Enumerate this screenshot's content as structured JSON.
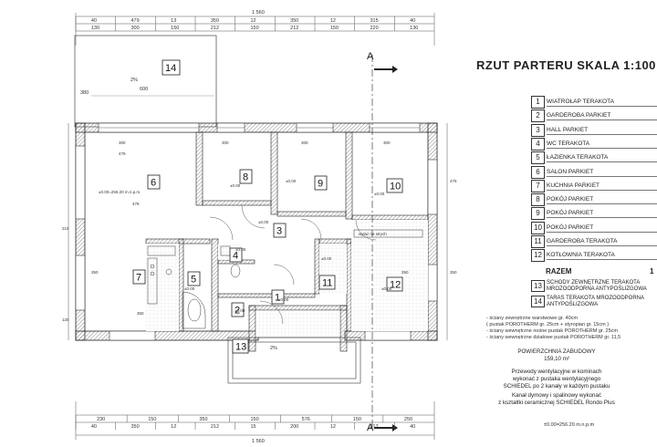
{
  "title": "RZUT PARTERU SKALA 1:100",
  "rooms": [
    {
      "num": "1",
      "name": "WIATROŁAP TERAKOTA"
    },
    {
      "num": "2",
      "name": "GARDEROBA PARKIET"
    },
    {
      "num": "3",
      "name": "HALL PARKIET"
    },
    {
      "num": "4",
      "name": "WC TERAKOTA"
    },
    {
      "num": "5",
      "name": "ŁAZIENKA TERAKOTA"
    },
    {
      "num": "6",
      "name": "SALON PARKIET"
    },
    {
      "num": "7",
      "name": "KUCHNIA PARKIET"
    },
    {
      "num": "8",
      "name": "POKÓJ PARKIET"
    },
    {
      "num": "9",
      "name": "POKÓJ PARKIET"
    },
    {
      "num": "10",
      "name": "POKÓJ PARKIET"
    },
    {
      "num": "11",
      "name": "GARDEROBA TERAKOTA"
    },
    {
      "num": "12",
      "name": "KOTŁOWNIA TERAKOTA"
    }
  ],
  "total": {
    "label": "RAZEM",
    "value": "1"
  },
  "extra": [
    {
      "num": "13",
      "name": "SCHODY ZEWNĘTRZNE TERAKOTA MROZOODPORNA ANTYPOŚLIZGOWA"
    },
    {
      "num": "14",
      "name": "TARAS TERAKOTA MROZOODPORNA ANTYPOŚLIZGOWA"
    }
  ],
  "wall_notes": [
    "- ściany zewnętrzne warstwowe gr. 40cm",
    "  ( pustak POROTHERM gr. 25cm + styropian gr. 15cm )",
    "- ściany wewnętrzne nośne pustak POROTHERM gr. 25cm",
    "- ściany wewnętrzne działowe pustak POROTHERM gr. 11,5"
  ],
  "built_area": {
    "label": "POWIERZCHNIA ZABUDOWY",
    "value": "159,10 m²"
  },
  "ventilation": [
    "Przewody wentylacyjne w kominach",
    "wykonać z pustaka wentylacyjnego",
    "SCHIEDEL po 2 kanały w każdym pustaku"
  ],
  "chimney": [
    "Kanał dymowy i spalinowy wykonać",
    "z kształtki ceramicznej SCHIEDEL Rondo Plus"
  ],
  "level_note": "±0.00=256.20 m.n.p.m",
  "plan": {
    "total_dim_top": "1 560",
    "total_dim_bottom": "1 560",
    "top_dims_1": [
      "40",
      "479",
      "13",
      "350",
      "12",
      "350",
      "12",
      "315",
      "40"
    ],
    "top_dims_2": [
      "130",
      "300",
      "150",
      "212",
      "150",
      "212",
      "150",
      "220",
      "130"
    ],
    "bottom_dims_1": [
      "230",
      "150",
      "350",
      "150",
      "576",
      "150",
      "250"
    ],
    "bottom_dims_2": [
      "40",
      "350",
      "12",
      "212",
      "15",
      "200",
      "12",
      "212",
      "40"
    ],
    "section_mark": "A",
    "room_labels": [
      "1",
      "2",
      "3",
      "4",
      "5",
      "6",
      "7",
      "8",
      "9",
      "10",
      "11",
      "12",
      "13",
      "14"
    ],
    "room_level": "±0.00",
    "salon_level": "±0.00=256.20 m.n.p.m.",
    "slope": "2%",
    "inlet_label": "wylaz na strych",
    "stair_note": "schody"
  }
}
